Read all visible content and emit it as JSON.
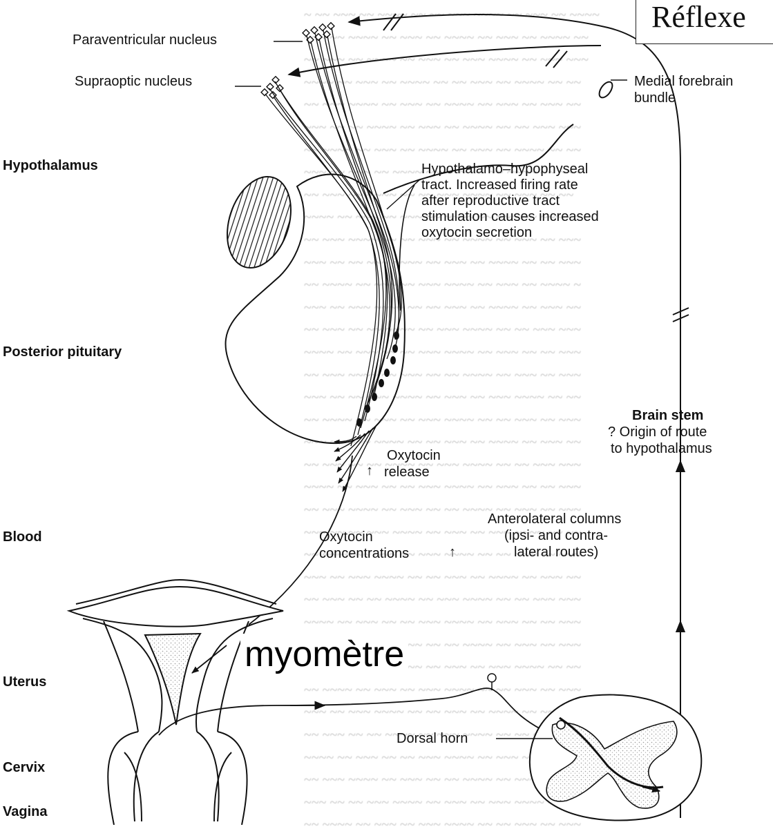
{
  "title": "Réflexe",
  "overlay_label": "myomètre",
  "labels": {
    "paraventricular": "Paraventricular nucleus",
    "supraoptic": "Supraoptic nucleus",
    "medial_forebrain_1": "Medial forebrain",
    "medial_forebrain_2": "bundle",
    "hypothalamus": "Hypothalamus",
    "tract_1": "Hypothalamo–hypophyseal",
    "tract_2": "tract. Increased firing rate",
    "tract_3": "after reproductive tract",
    "tract_4": "stimulation causes increased",
    "tract_5": "oxytocin secretion",
    "posterior_pituitary": "Posterior pituitary",
    "brain_stem": "Brain stem",
    "brain_stem_2": "? Origin of route",
    "brain_stem_3": "to hypothalamus",
    "oxytocin_release_1": "Oxytocin",
    "oxytocin_release_2": "release",
    "blood": "Blood",
    "oxy_conc_1": "Oxytocin",
    "oxy_conc_2": "concentrations",
    "anterolateral_1": "Anterolateral columns",
    "anterolateral_2": "(ipsi- and contra-",
    "anterolateral_3": "lateral routes)",
    "uterus": "Uterus",
    "dorsal_horn": "Dorsal horn",
    "cervix": "Cervix",
    "vagina": "Vagina"
  },
  "icons": {
    "up_arrow": "↑"
  },
  "colors": {
    "ink": "#111111",
    "ghost_text": "#c4c4c4",
    "stipple": "#9a9a9a"
  }
}
